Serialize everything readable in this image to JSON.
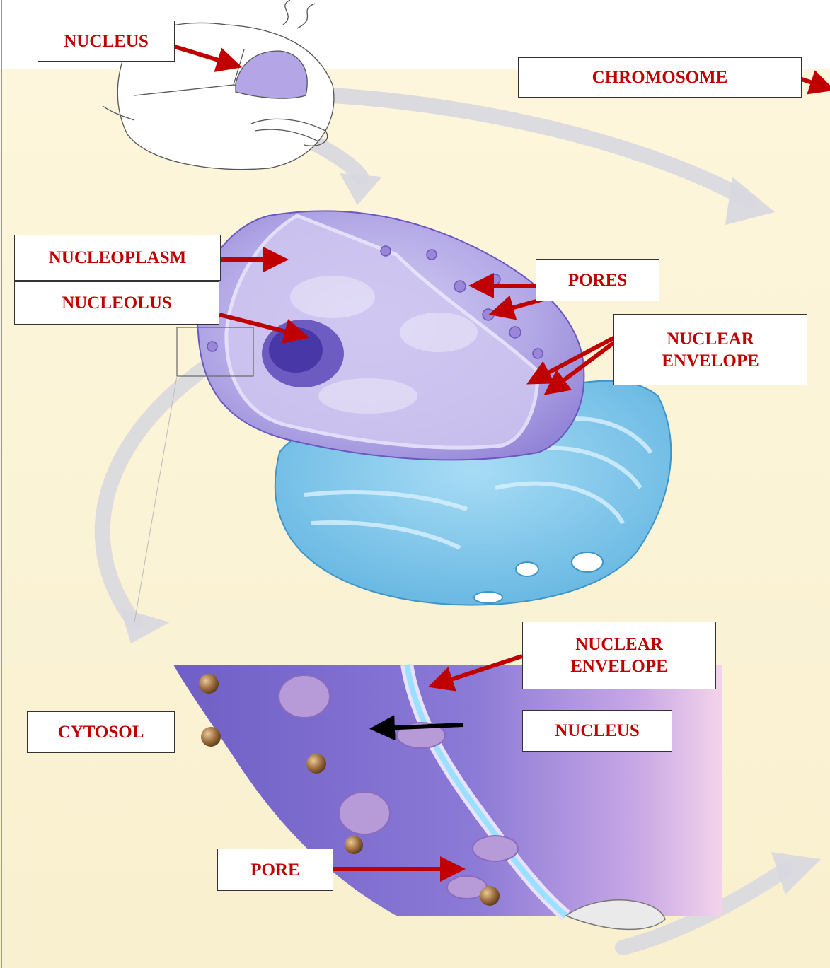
{
  "diagram": {
    "colors": {
      "label_text": "#c00000",
      "arrow_red": "#c00000",
      "arrow_black": "#000000",
      "background": "#fdf6da",
      "nucleus_purple": "#a99be0",
      "endoplasmic_reticulum_blue": "#7ec6ea",
      "membrane_section": "#7f6fd0"
    },
    "labels": {
      "nucleus_top": "NUCLEUS",
      "chromosome": "CHROMOSOME",
      "nucleoplasm": "NUCLEOPLASM",
      "nucleolus": "NUCLEOLUS",
      "pores": "PORES",
      "nuclear_envelope_top": "NUCLEAR\nENVELOPE",
      "nuclear_envelope_bottom": "NUCLEAR\nENVELOPE",
      "cytosol": "CYTOSOL",
      "nucleus_bottom": "NUCLEUS",
      "pore": "PORE"
    }
  }
}
